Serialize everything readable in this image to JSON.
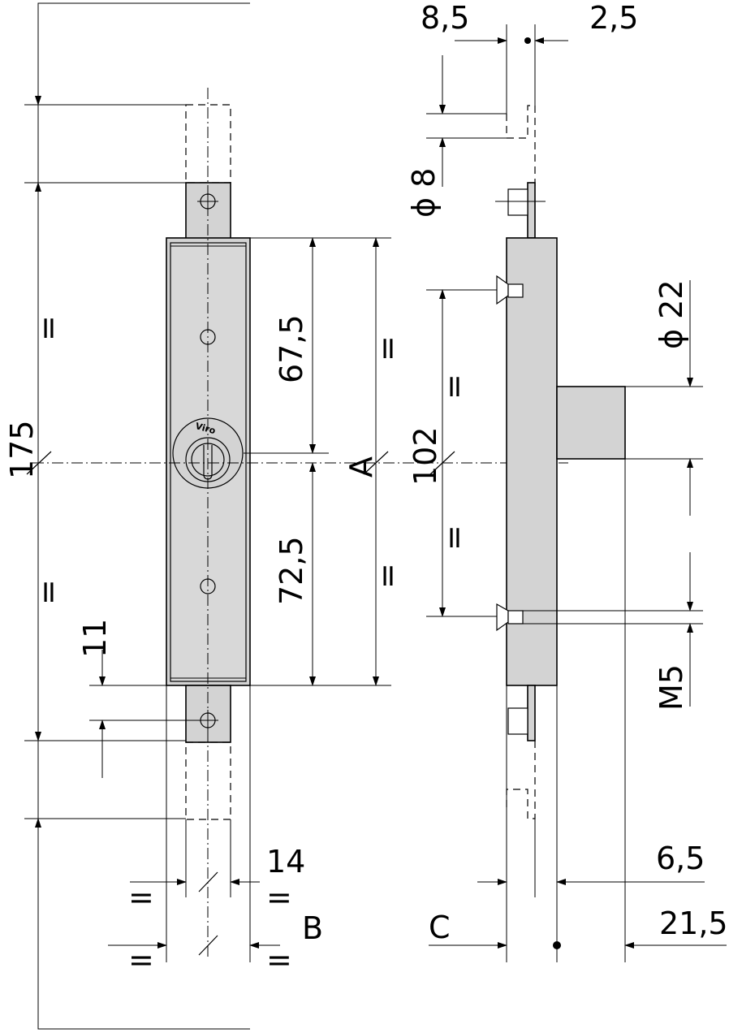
{
  "labels": {
    "d_175": "175",
    "d_67_5": "67,5",
    "d_72_5": "72,5",
    "d_11": "11",
    "d_14": "14",
    "d_B": "B",
    "d_A": "A",
    "d_102": "102",
    "d_8_5": "8,5",
    "d_2_5": "2,5",
    "d_phi8": "ϕ 8",
    "d_phi22": "ϕ 22",
    "d_M5": "M5",
    "d_6_5": "6,5",
    "d_21_5": "21,5",
    "d_C": "C",
    "eq": "="
  },
  "brand": "Viro",
  "colors": {
    "body_fill": "#d3d3d3",
    "line": "#000000",
    "background": "#ffffff"
  }
}
